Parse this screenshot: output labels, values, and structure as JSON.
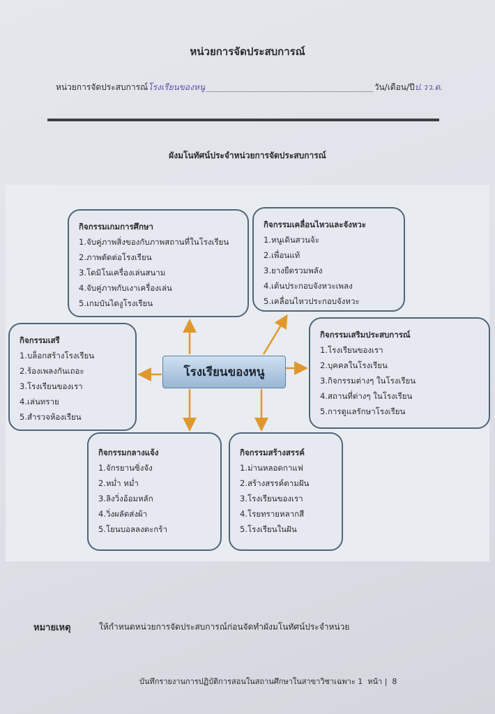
{
  "header": {
    "title": "หน่วยการจัดประสบการณ์",
    "unit_label": "หน่วยการจัดประสบการณ์",
    "unit_value": "โรงเรียนของหนู",
    "date_label": "วัน/เดือน/ปี",
    "date_value": "ป.วว.ด."
  },
  "diagram": {
    "title": "ผังมโนทัศน์ประจำหน่วยการจัดประสบการณ์",
    "center": "โรงเรียนของหนู",
    "boxes": {
      "games": {
        "heading": "กิจกรรมเกมการศึกษา",
        "items": [
          "1.จับคู่ภาพสิ่งของกับภาพสถานที่ในโรงเรียน",
          "2.ภาพตัดต่อโรงเรียน",
          "3.โดมิโนเครื่องเล่นสนาม",
          "4.จับคู่ภาพกับเงาเครื่องเล่น",
          "5.เกมบันไดงูโรงเรียน"
        ]
      },
      "movement": {
        "heading": "กิจกรรมเคลื่อนไหวและจังหวะ",
        "items": [
          "1.หนูเดินสวนจ้ะ",
          "2.เพื่อนแท้",
          "3.ยางยืดรวมพลัง",
          "4.เต้นประกอบจังหวะเพลง",
          "5.เคลื่อนไหวประกอบจังหวะ"
        ]
      },
      "free": {
        "heading": "กิจกรรมเสรี",
        "items": [
          "1.บล็อกสร้างโรงเรียน",
          "2.ร้องเพลงกันเถอะ",
          "3.โรงเรียนของเรา",
          "4.เล่นทราย",
          "5.สำรวจห้องเรียน"
        ]
      },
      "experience": {
        "heading": "กิจกรรมเสริมประสบการณ์",
        "items": [
          "1.โรงเรียนของเรา",
          "2.บุคคลในโรงเรียน",
          "3.กิจกรรมต่างๆ ในโรงเรียน",
          "4.สถานที่ต่างๆ ในโรงเรียน",
          "5.การดูแลรักษาโรงเรียน"
        ]
      },
      "outdoor": {
        "heading": "กิจกรรมกลางแจ้ง",
        "items": [
          "1.จักรยานซิ่งจัง",
          "2.หม่ำ หม่ำ",
          "3.ลิงวิ่งอ้อมหลัก",
          "4.วิ่งผลัดส่งผ้า",
          "5.โยนบอลลงตะกร้า"
        ]
      },
      "creative": {
        "heading": "กิจกรรมสร้างสรรค์",
        "items": [
          "1.ม่านหลอดกาแฟ",
          "2.สร้างสรรค์ตามฝัน",
          "3.โรงเรียนของเรา",
          "4.โรยทรายหลากสี",
          "5.โรงเรียนในฝัน"
        ]
      }
    }
  },
  "remark": {
    "label": "หมายเหตุ",
    "text": "ให้กำหนดหน่วยการจัดประสบการณ์ก่อนจัดทำผังมโนทัศน์ประจำหน่วย"
  },
  "footer": {
    "text": "บันทึกรายงานการปฏิบัติการสอนในสถานศึกษาในสาขาวิชาเฉพาะ 1",
    "page_label": "หน้า",
    "page_number": "8"
  },
  "colors": {
    "arrow": "#e0982e",
    "box_border": "#4f6478"
  }
}
